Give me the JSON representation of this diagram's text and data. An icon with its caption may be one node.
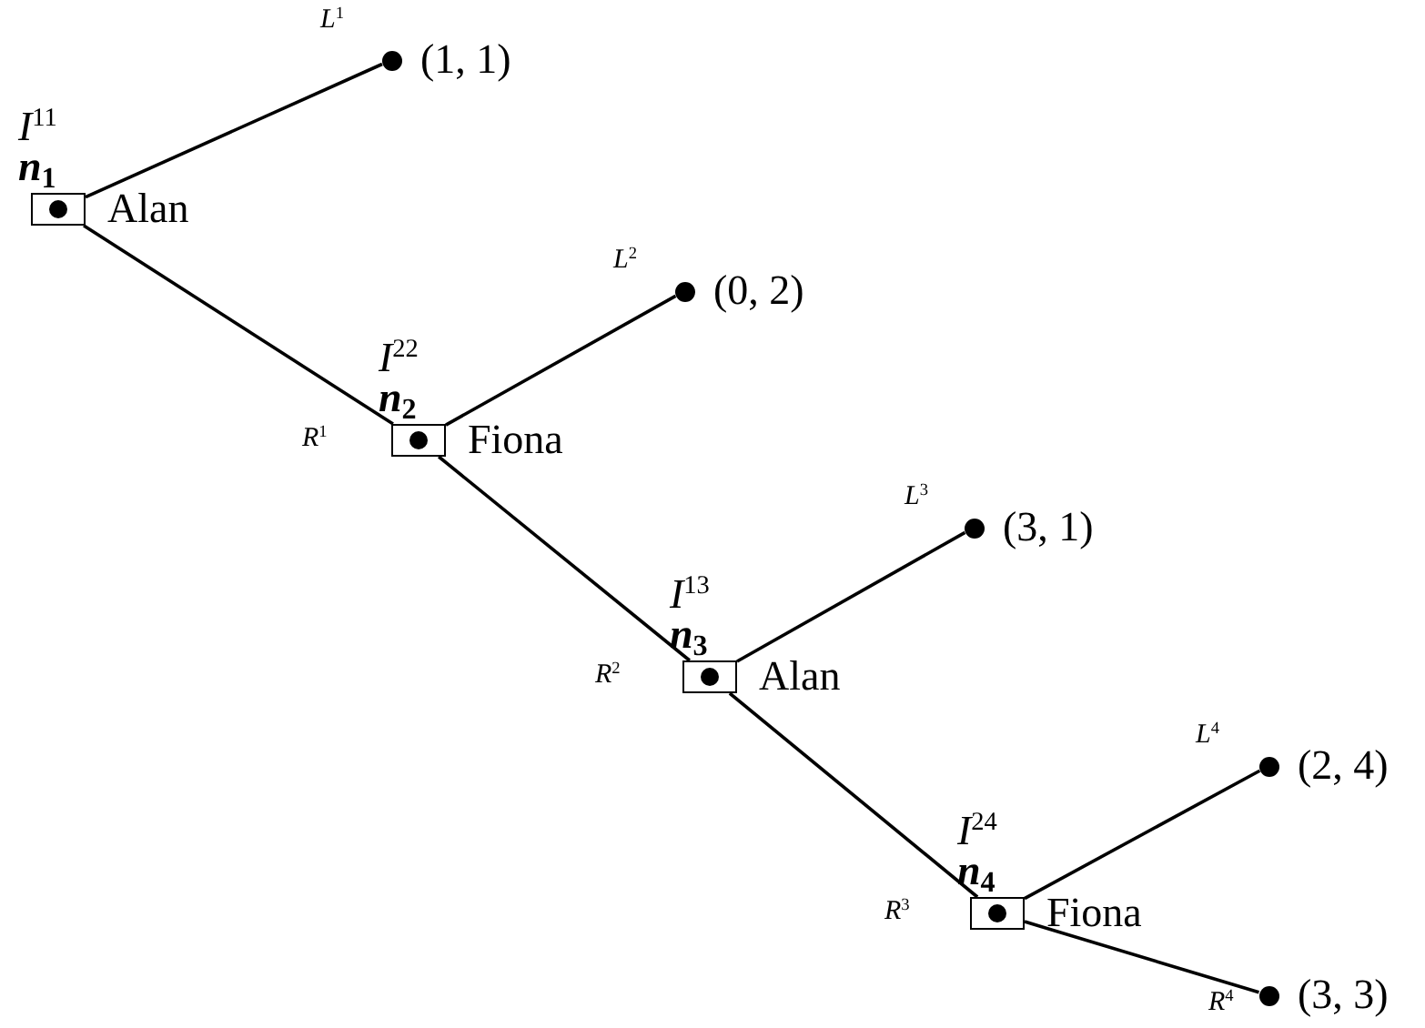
{
  "diagram": {
    "nodes": [
      {
        "text": [],
        "shape": "box",
        "beside": [
          "I$^{11}$",
          "n$_{1}$",
          "Alan"
        ]
      },
      {
        "text": [],
        "shape": "circle",
        "beside": [
          "(1, 1)"
        ]
      },
      {
        "text": [],
        "shape": "box",
        "beside": [
          "I$^{22}$",
          "n$_{2}$",
          "Fiona"
        ]
      },
      {
        "text": [],
        "shape": "circle",
        "beside": [
          "(0, 2)"
        ]
      },
      {
        "text": [],
        "shape": "box",
        "beside": [
          "I$^{13}$",
          "n$_{3}$",
          "Alan"
        ]
      },
      {
        "text": [],
        "shape": "circle",
        "beside": [
          "(3, 1)"
        ]
      },
      {
        "text": [],
        "shape": "box",
        "beside": [
          "I$^{24}$",
          "n$_{4}$",
          "Fiona"
        ]
      },
      {
        "text": [],
        "shape": "circle",
        "beside": [
          "(2, 4)"
        ]
      },
      {
        "text": [],
        "shape": "circle",
        "beside": [
          "(3, 3)"
        ]
      }
    ],
    "edges": [
      {
        "from": 0,
        "to": 1,
        "arrow": "none",
        "label": "L$^{1}$"
      },
      {
        "from": 0,
        "to": 2,
        "arrow": "none",
        "label": "R$^{1}$"
      },
      {
        "from": 2,
        "to": 3,
        "arrow": "none",
        "label": "L$^{2}$"
      },
      {
        "from": 2,
        "to": 4,
        "arrow": "none",
        "label": "R$^{2}$"
      },
      {
        "from": 4,
        "to": 5,
        "arrow": "none",
        "label": "L$^{3}$"
      },
      {
        "from": 4,
        "to": 6,
        "arrow": "none",
        "label": "R$^{3}$"
      },
      {
        "from": 6,
        "to": 7,
        "arrow": "none",
        "label": "L$^{4}$"
      },
      {
        "from": 6,
        "to": 8,
        "arrow": "none",
        "label": "R$^{4}$"
      }
    ]
  }
}
